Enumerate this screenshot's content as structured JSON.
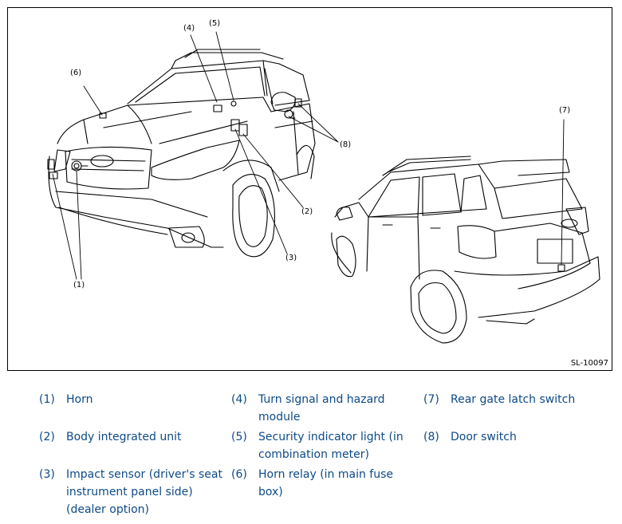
{
  "figure": {
    "code": "SL-10097",
    "callouts": [
      "(1)",
      "(2)",
      "(3)",
      "(4)",
      "(5)",
      "(6)",
      "(7)",
      "(8)"
    ]
  },
  "legend": [
    {
      "num": "(1)",
      "lines": [
        "Horn"
      ]
    },
    {
      "num": "(2)",
      "lines": [
        "Body integrated unit"
      ]
    },
    {
      "num": "(3)",
      "lines": [
        "Impact sensor (driver's seat",
        "instrument panel side)",
        "(dealer option)"
      ]
    },
    {
      "num": "(4)",
      "lines": [
        "Turn signal and hazard",
        "module"
      ]
    },
    {
      "num": "(5)",
      "lines": [
        "Security indicator light (in",
        "combination meter)"
      ]
    },
    {
      "num": "(6)",
      "lines": [
        "Horn relay (in main fuse",
        "box)"
      ]
    },
    {
      "num": "(7)",
      "lines": [
        "Rear gate latch switch"
      ]
    },
    {
      "num": "(8)",
      "lines": [
        "Door switch"
      ]
    }
  ],
  "colors": {
    "legend_text": "#0e4a86",
    "line_art": "#000000"
  }
}
